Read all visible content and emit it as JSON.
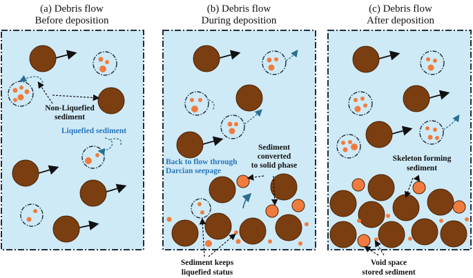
{
  "panels": [
    {
      "title1": "(a) Debris flow",
      "title2": "Before deposition"
    },
    {
      "title1": "(b) Debris flow",
      "title2": "During deposition"
    },
    {
      "title1": "(c) Debris flow",
      "title2": "After deposition"
    }
  ],
  "labels": {
    "non_liquefied_1": "Non-Liquefied",
    "non_liquefied_2": "sediment",
    "liquefied": "Liquefied sediment",
    "back_flow_1": "Back to flow through",
    "back_flow_2": "Darcian seepage",
    "converted_1": "Sediment",
    "converted_2": "converted",
    "converted_3": "to solid phase",
    "keeps_1": "Sediment keeps",
    "keeps_2": "liquefied status",
    "skeleton_1": "Skeleton forming",
    "skeleton_2": "sediment",
    "void_1": "Void space",
    "void_2": "stored sediment"
  },
  "colors": {
    "fluid": "#cfeaf7",
    "grain": "#7a3e10",
    "sediment": "#ef7c3e",
    "label_blue": "#2677bd",
    "border": "#1e2b3c"
  }
}
